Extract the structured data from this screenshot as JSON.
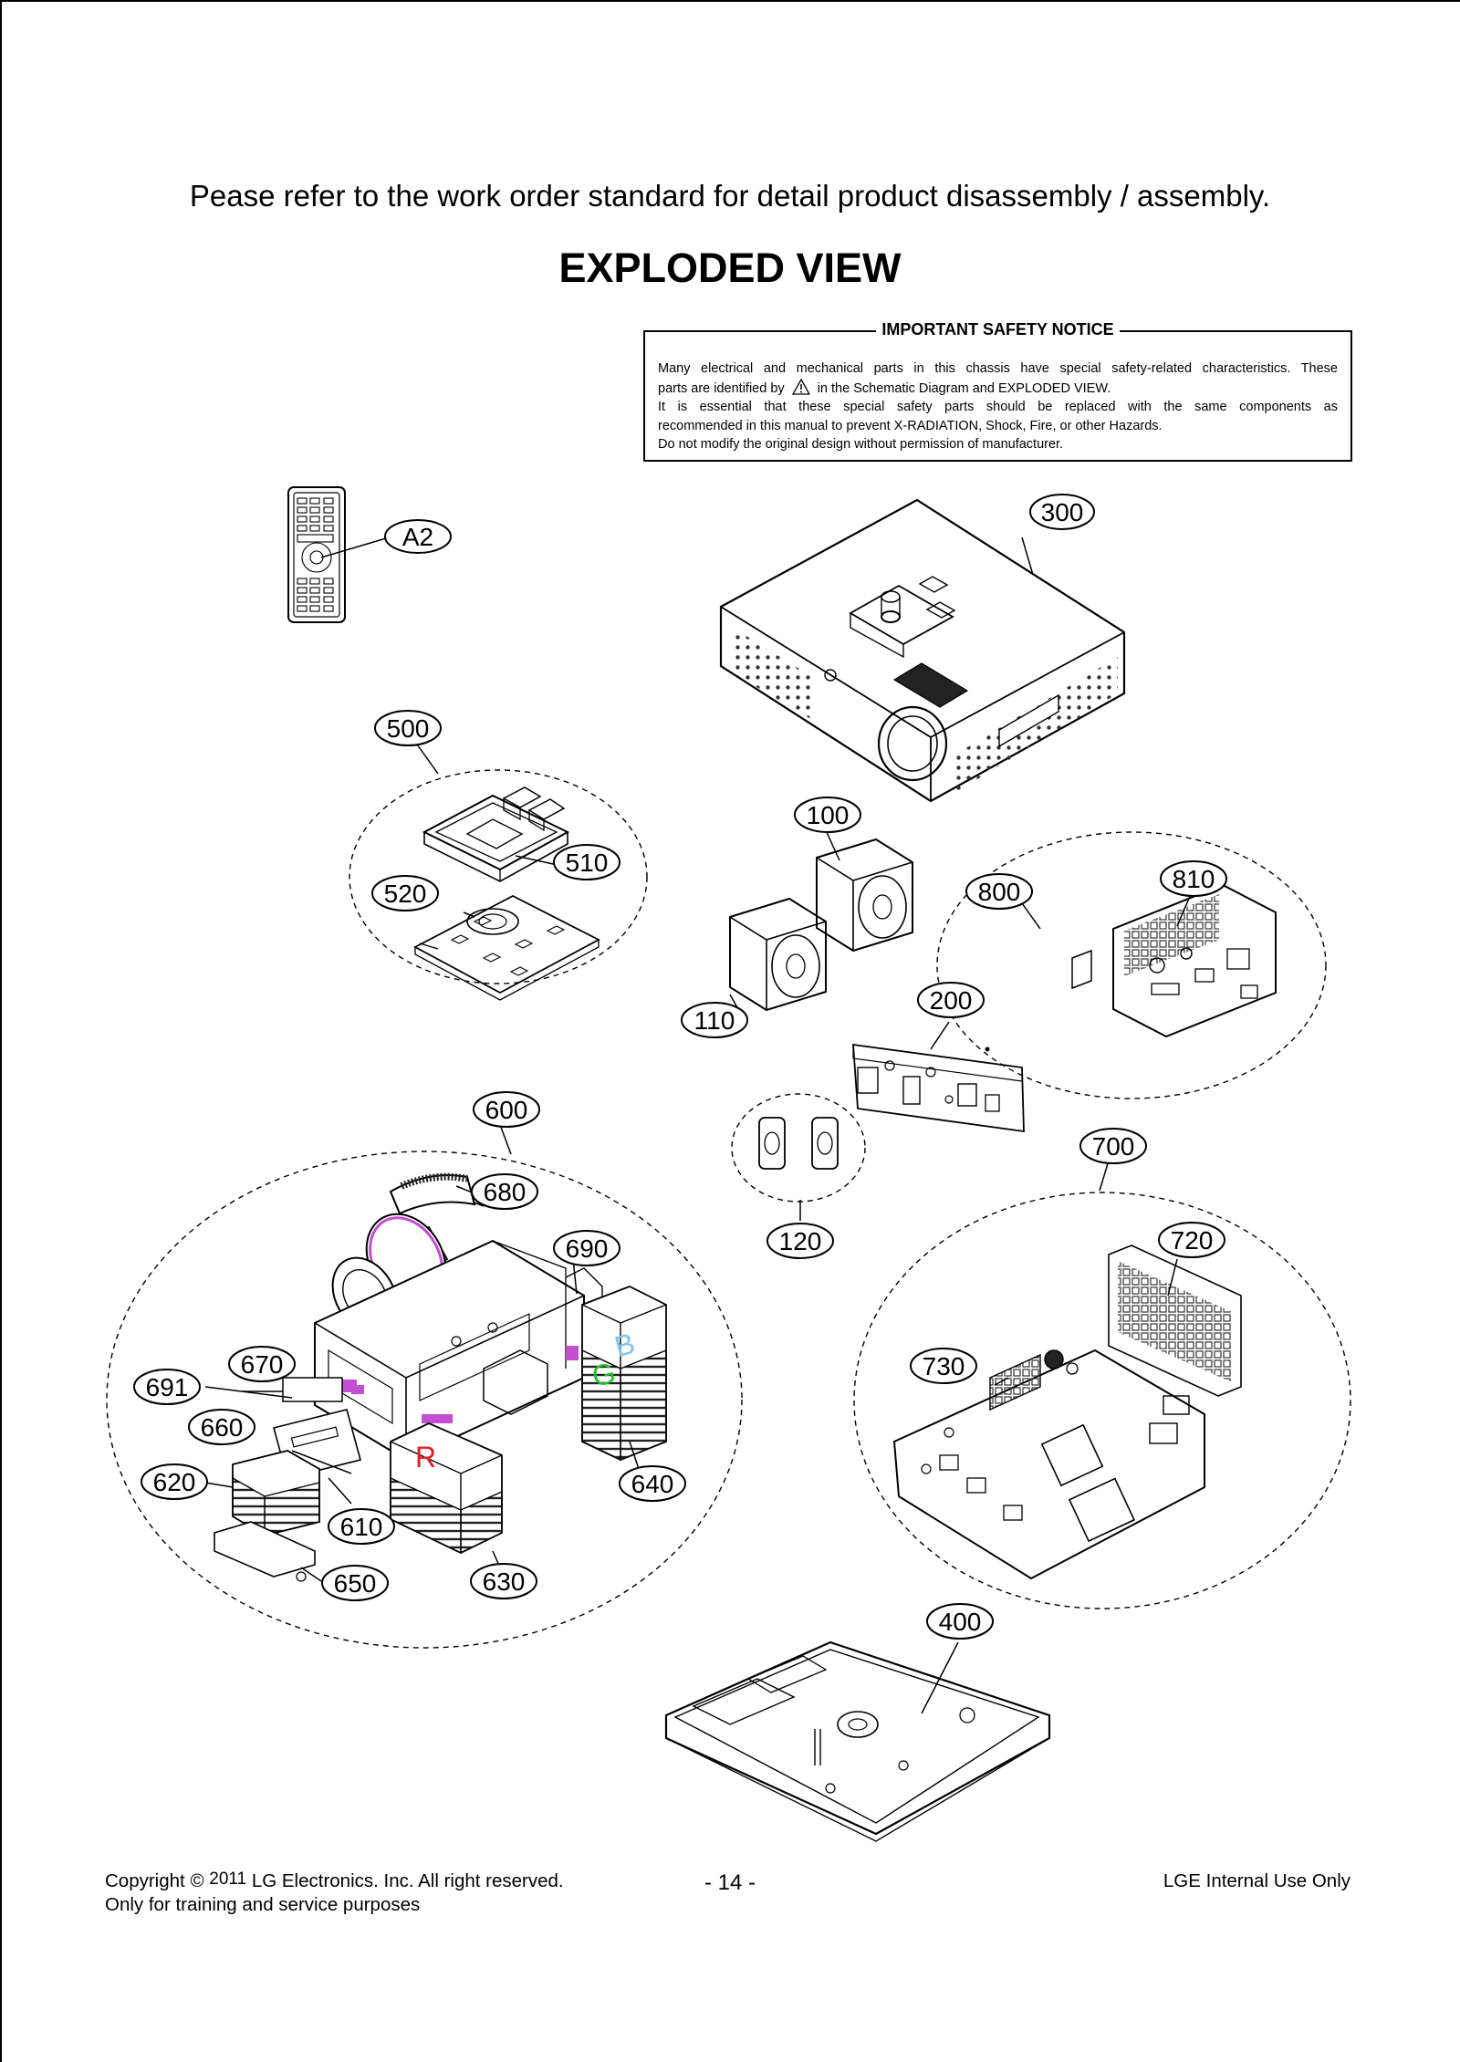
{
  "intro_text": "Pease refer to the work order standard for detail product disassembly / assembly.",
  "title": "EXPLODED VIEW",
  "safety_notice": {
    "heading": "IMPORTANT SAFETY NOTICE",
    "lines": [
      "Many electrical and mechanical parts in this chassis have special safety-related characteristics. These",
      "parts are identified by",
      "in the Schematic Diagram and EXPLODED VIEW.",
      "It is essential that these special safety parts should be replaced with the same components as",
      "recommended in this manual to prevent X-RADIATION, Shock, Fire, or other Hazards.",
      "Do not modify the original design without permission of manufacturer."
    ],
    "icon": "warning-triangle-icon"
  },
  "callouts": {
    "a2": "A2",
    "c300": "300",
    "c500": "500",
    "c510": "510",
    "c520": "520",
    "c100": "100",
    "c110": "110",
    "c800": "800",
    "c810": "810",
    "c200": "200",
    "c600": "600",
    "c700": "700",
    "c680": "680",
    "c690": "690",
    "c120": "120",
    "c720": "720",
    "c670": "670",
    "c691": "691",
    "c730": "730",
    "c660": "660",
    "c620": "620",
    "c640": "640",
    "c610": "610",
    "c650": "650",
    "c630": "630",
    "c400": "400"
  },
  "prism_labels": {
    "r": "R",
    "g": "G",
    "b": "B"
  },
  "part_colors": {
    "red": "#e0202a",
    "green": "#22c22a",
    "blue": "#7fc3e8",
    "magenta": "#c24fd0"
  },
  "footer": {
    "copyright_prefix": "Copyright",
    "copyright_symbol": "©",
    "year": "2011",
    "company": "LG Electronics. Inc. All right reserved.",
    "purpose": "Only for training and service purposes",
    "page": "- 14 -",
    "internal": "LGE Internal Use Only"
  }
}
